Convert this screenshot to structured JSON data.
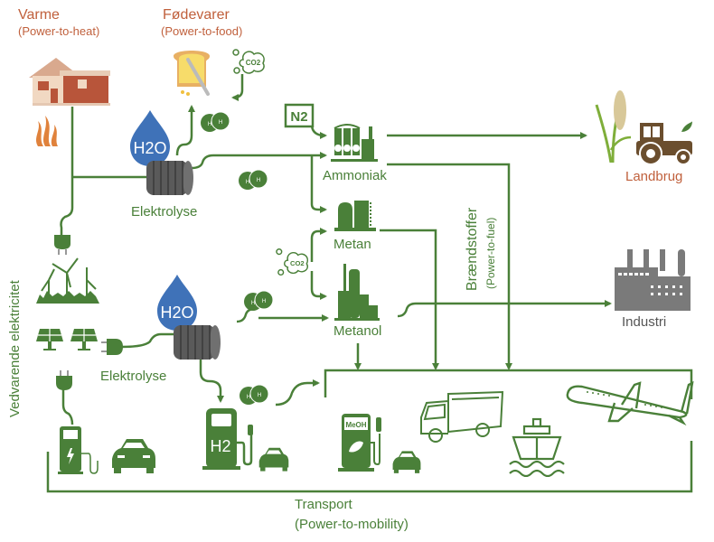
{
  "colors": {
    "primary_green": "#4a8039",
    "label_orange": "#c0603c",
    "water_blue": "#3f72b8",
    "electrolyser_gray": "#5a5a5a",
    "industry_gray": "#7a7a7a",
    "tractor_brown": "#6b4e2e"
  },
  "heat": {
    "title": "Varme",
    "subtitle": "(Power-to-heat)"
  },
  "food": {
    "title": "Fødevarer",
    "subtitle": "(Power-to-food)"
  },
  "electrolysis_top": {
    "label": "Elektrolyse",
    "water": "H2O"
  },
  "electrolysis_bottom": {
    "label": "Elektrolyse",
    "water": "H2O"
  },
  "inputs": {
    "nitrogen": "N2",
    "co2": "CO2",
    "hydrogen": "H"
  },
  "products": {
    "ammonia": "Ammoniak",
    "methane": "Metan",
    "methanol": "Metanol"
  },
  "fuels": {
    "title": "Brændstoffer",
    "subtitle": "(Power-to-fuel)"
  },
  "agriculture": {
    "label": "Landbrug"
  },
  "industry": {
    "label": "Industri"
  },
  "renewables": {
    "label": "Vedvarende elektricitet"
  },
  "transport": {
    "title": "Transport",
    "subtitle": "(Power-to-mobility)",
    "h2_station_label": "H2",
    "meoh_station_label": "MeOH"
  },
  "icons": [
    "house-icon",
    "heat-flame-icon",
    "toast-icon",
    "co2-cloud-icon",
    "water-drop-icon",
    "electrolyser-icon",
    "hydrogen-molecule-icon",
    "nitrogen-box-icon",
    "ammonia-plant-icon",
    "methane-plant-icon",
    "methanol-plant-icon",
    "wheat-icon",
    "tractor-icon",
    "factory-icon",
    "wind-turbine-icon",
    "solar-panel-icon",
    "plug-icon",
    "ev-charger-icon",
    "car-icon",
    "h2-pump-icon",
    "meoh-pump-icon",
    "truck-icon",
    "ship-icon",
    "airplane-icon"
  ]
}
